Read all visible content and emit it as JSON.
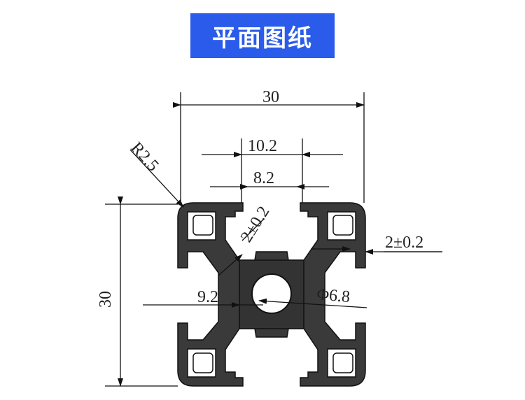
{
  "title": "平面图纸",
  "colors": {
    "banner": "#2a5bea",
    "profile": "#3a3a3a",
    "line": "#111111"
  },
  "dimensions": {
    "overall_width": "30",
    "overall_height": "30",
    "slot_outer": "10.2",
    "slot_inner": "8.2",
    "corner_radius": "R2.5",
    "wall_diag": "2±0.2",
    "wall_side": "2±0.2",
    "core_width": "9.2",
    "center_hole": "Φ6.8"
  }
}
